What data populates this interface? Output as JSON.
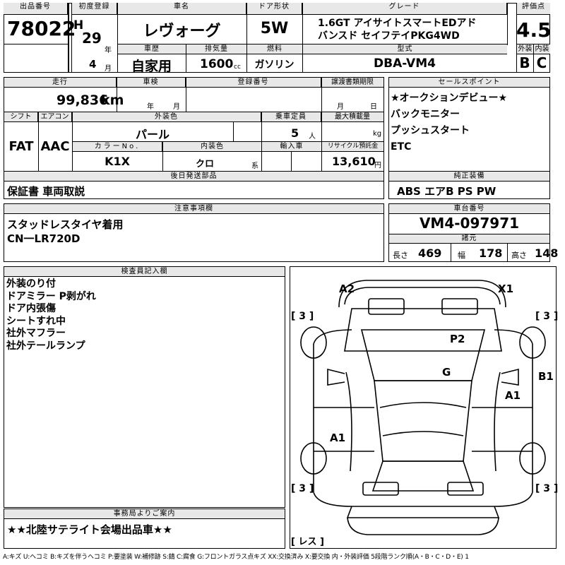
{
  "labels": {
    "lot_no": "出品番号",
    "first_reg": "初度登録",
    "car_name": "車名",
    "door": "ドア形状",
    "grade": "グレード",
    "score": "評価点",
    "history": "車歴",
    "displacement": "排気量",
    "fuel": "燃料",
    "model_code": "型式",
    "exterior": "外装",
    "interior": "内装",
    "mileage": "走行",
    "inspection": "車検",
    "reg_no": "登録番号",
    "transfer": "譲渡書類期限",
    "shift": "シフト",
    "ac": "エアコン",
    "ext_color": "外装色",
    "capacity": "乗車定員",
    "max_load": "最大積載量",
    "color_no": "カラーNo.",
    "int_color": "内装色",
    "import": "輸入車",
    "recycle": "リサイクル預託金",
    "parts_later": "後日発送部品",
    "sales_points": "セールスポイント",
    "genuine_equip": "純正装備",
    "caution": "注意事項欄",
    "chassis_no": "車台番号",
    "dimensions": "諸元",
    "length": "長さ",
    "width": "幅",
    "height": "高さ",
    "inspector": "検査員記入欄",
    "office_notice": "事務局よりご案内",
    "era_year": "年",
    "month": "月",
    "cc": "cc",
    "km": "km",
    "persons": "人",
    "kg": "kg",
    "yen": "円",
    "kei": "系",
    "nen": "年",
    "tsuki": "月",
    "t_month": "月",
    "t_day": "日"
  },
  "values": {
    "lot_no": "78022",
    "era": "H",
    "year": "29",
    "month": "4",
    "car_name": "レヴォーグ",
    "door": "5W",
    "grade_line1": "1.6GT アイサイトスマートEDアド",
    "grade_line2": "バンスド セイフテイPKG4WD",
    "score": "4.5",
    "history": "自家用",
    "displacement": "1600",
    "fuel": "ガソリン",
    "model_code": "DBA-VM4",
    "exterior": "B",
    "interior": "C",
    "mileage": "99,836",
    "shift": "FAT",
    "ac": "AAC",
    "ext_color": "パール",
    "capacity": "5",
    "color_no": "K1X",
    "int_color": "クロ",
    "recycle": "13,610",
    "parts_later": "保証書 車両取説",
    "genuine_equip": "ABS エアB PS PW",
    "chassis_no": "VM4-097971",
    "length": "469",
    "width": "178",
    "height": "148",
    "office_notice": "★★北陸サテライト会場出品車★★"
  },
  "sales_points": [
    "★オークションデビュー★",
    "バックモニター",
    "プッシュスタート",
    "ETC"
  ],
  "caution_lines": [
    "スタッドレスタイヤ着用",
    "CN一LR720D"
  ],
  "inspector_notes": [
    "外装のり付",
    "ドアミラー P剥がれ",
    "ドア内張傷",
    "シートすれ中",
    "社外マフラー",
    "社外テールランプ"
  ],
  "diagram": {
    "tires": [
      "[ 3 ]",
      "[ 3 ]",
      "[ 3 ]",
      "[ 3 ]"
    ],
    "spare": "[ レス ]",
    "marks": [
      "A2",
      "X1",
      "P2",
      "G",
      "B1",
      "A1",
      "A1"
    ]
  },
  "legend": "A:キズ U:ヘコミ B:キズを伴うヘコミ P:要塗装 W:補修跡 S:錆 C:腐食 G:フロントガラス点キズ XX:交換済み X:要交換 内・外装評価 5段階ランク順(A・B・C・D・E) 1"
}
